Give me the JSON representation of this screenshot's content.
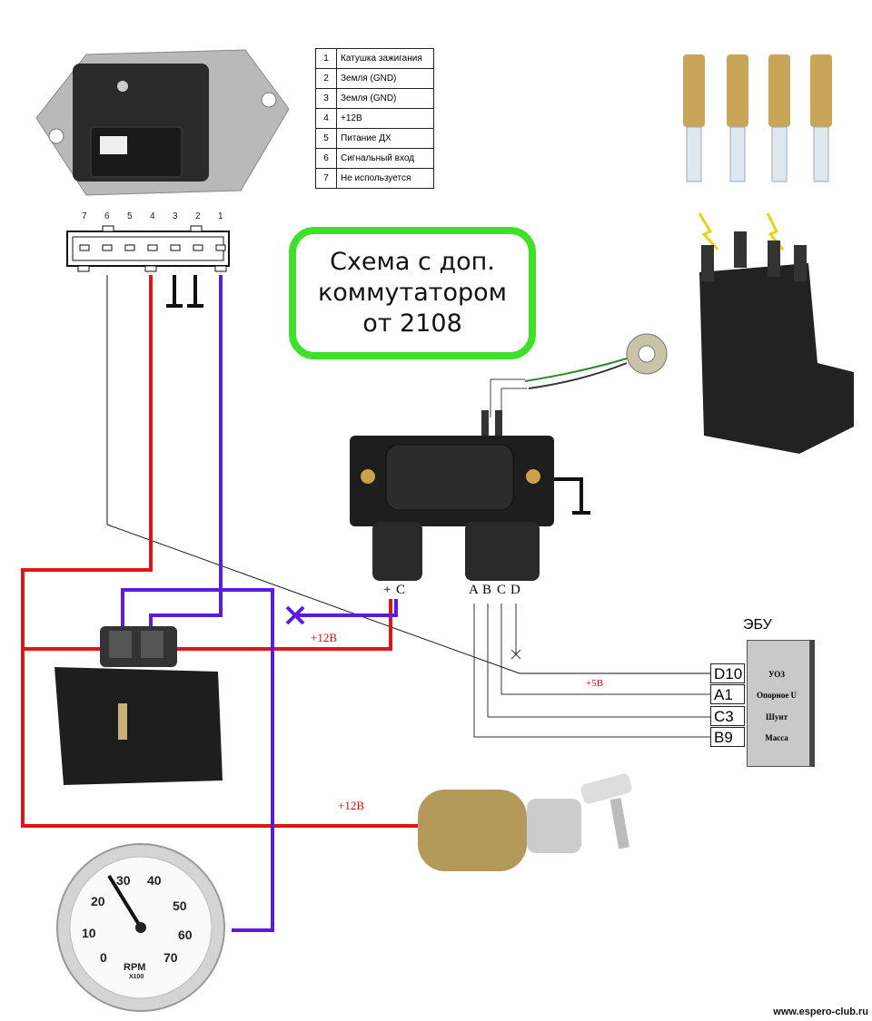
{
  "pin_table": [
    {
      "num": "1",
      "label": "Катушка зажигания"
    },
    {
      "num": "2",
      "label": "Земля (GND)"
    },
    {
      "num": "3",
      "label": "Земля (GND)"
    },
    {
      "num": "4",
      "label": "+12В"
    },
    {
      "num": "5",
      "label": "Питание ДХ"
    },
    {
      "num": "6",
      "label": "Сигнальный вход"
    },
    {
      "num": "7",
      "label": "Не используется"
    }
  ],
  "connector_pins": [
    "7",
    "6",
    "5",
    "4",
    "3",
    "2",
    "1"
  ],
  "title_sign": {
    "line1": "Схема с доп.",
    "line2": "коммутатором",
    "line3": "от 2108"
  },
  "module_labels": {
    "plus": "+",
    "c": "C",
    "abcd": [
      "A",
      "B",
      "C",
      "D"
    ]
  },
  "wire_labels": {
    "plus12_coil": "+12В",
    "plus12_switch": "+12В",
    "plus5": "+5В"
  },
  "ecu": {
    "title": "ЭБУ",
    "pins": [
      {
        "pin": "D10",
        "function": "УОЗ"
      },
      {
        "pin": "A1",
        "function": "Опорное U"
      },
      {
        "pin": "C3",
        "function": "Шунт"
      },
      {
        "pin": "B9",
        "function": "Масса"
      }
    ]
  },
  "tachometer": {
    "scale": [
      "0",
      "10",
      "20",
      "30",
      "40",
      "50",
      "60",
      "70"
    ],
    "unit": "RPM",
    "multiplier": "X100"
  },
  "watermark": "www.espero-club.ru",
  "colors": {
    "power_wire": "#e01515",
    "signal_wire": "#5a1de0",
    "sign_border": "#3ee02a"
  }
}
